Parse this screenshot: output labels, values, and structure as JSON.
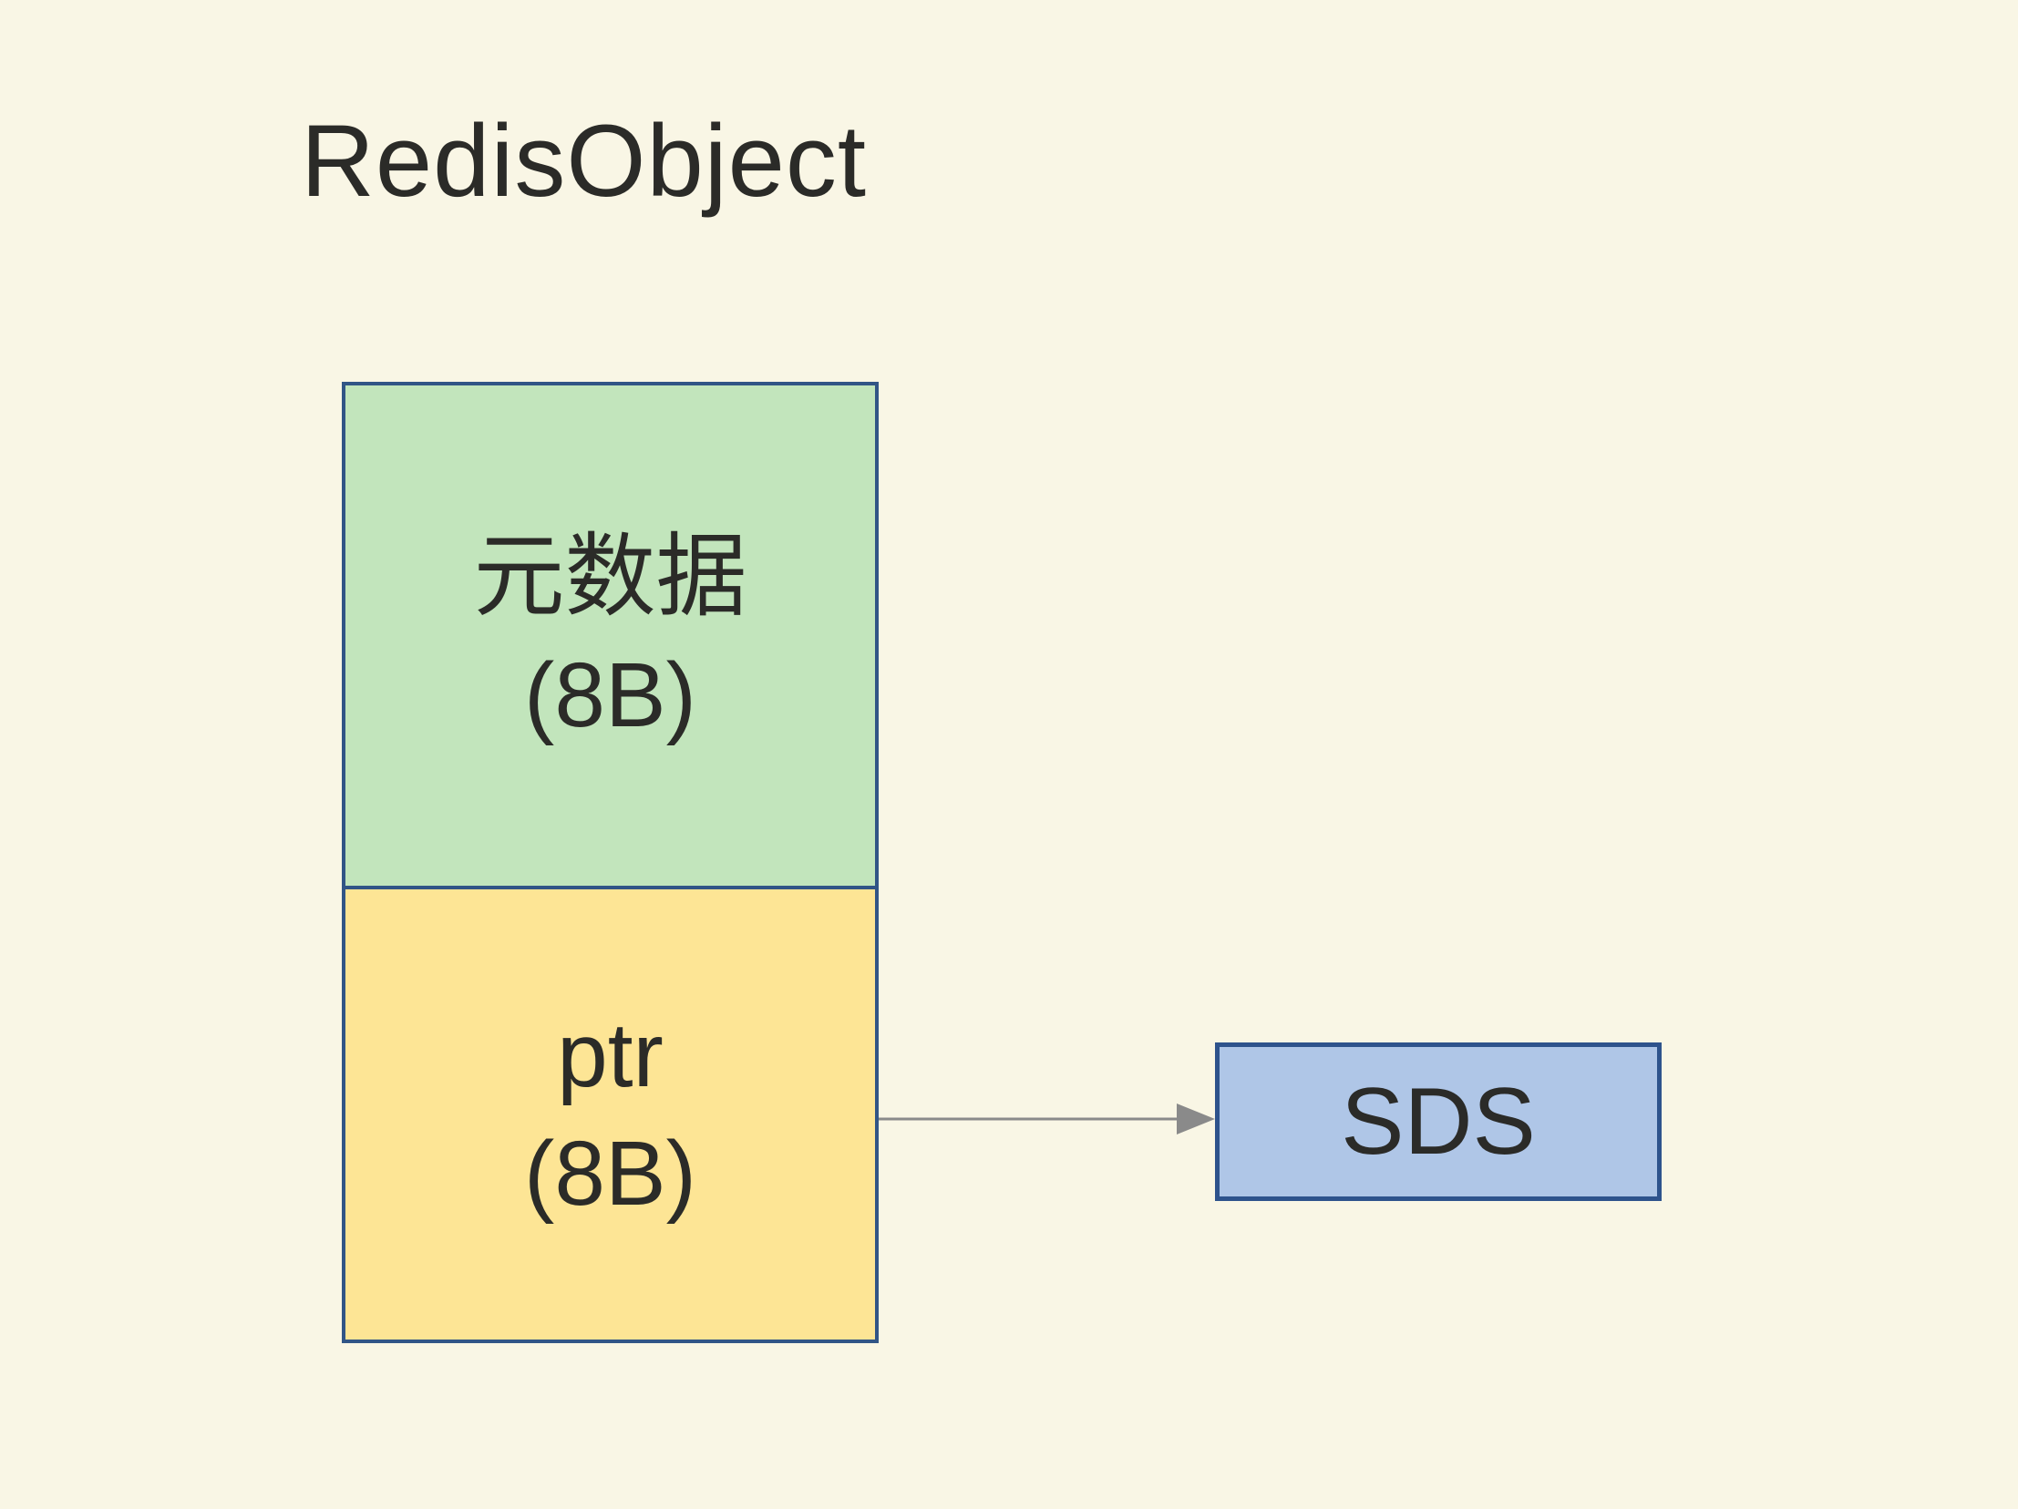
{
  "page": {
    "title": "RedisObject"
  },
  "colors": {
    "background": "#F9F6E5",
    "text": "#2B2B28",
    "box_border": "#315586",
    "metadata_fill": "#C2E5BC",
    "ptr_fill": "#FDE595",
    "sds_fill": "#AFC6E7",
    "sds_border": "#2E538C",
    "arrow": "#8A8A8A"
  },
  "struct": {
    "metadata_cell": {
      "label": "元数据",
      "size": "(8B)"
    },
    "ptr_cell": {
      "label": "ptr",
      "size": "(8B)"
    }
  },
  "sds": {
    "label": "SDS"
  }
}
